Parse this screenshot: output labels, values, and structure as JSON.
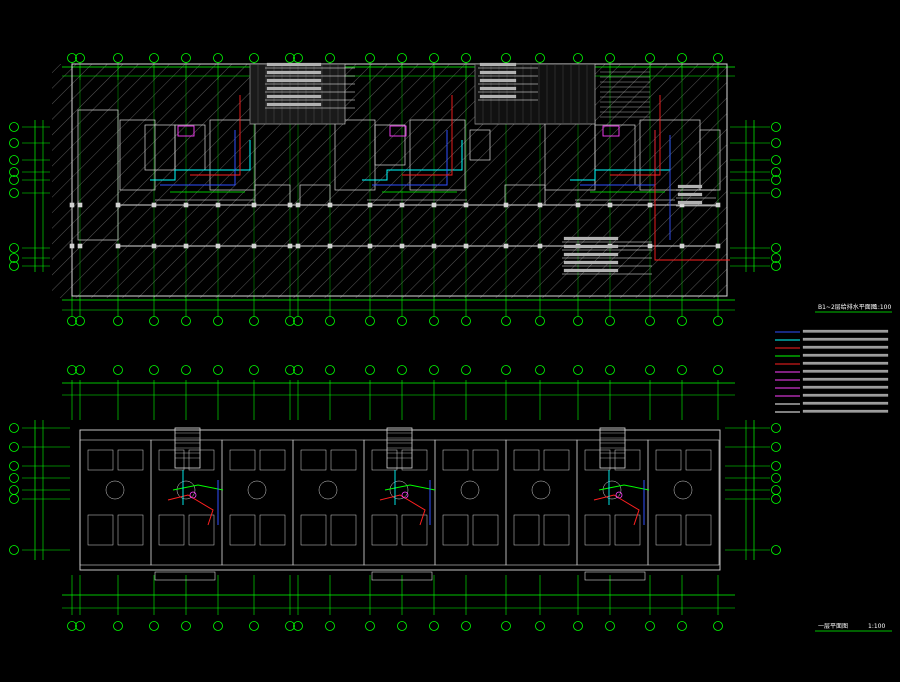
{
  "drawing": {
    "background": "#000000",
    "colors": {
      "axis": "#00ff00",
      "wall": "#d8d8d8",
      "hatch": "#8a8a8a",
      "pipe_cyan": "#00ffff",
      "pipe_red": "#ff2020",
      "pipe_blue": "#3050ff",
      "pipe_magenta": "#ff40ff",
      "pipe_yellow": "#ffff00",
      "text": "#ffffff"
    },
    "upper_plan": {
      "title": "B1~2层给排水平面图",
      "scale": "1:100"
    },
    "lower_plan": {
      "title": "一层平面图",
      "scale": "1:100"
    },
    "legend_items": [
      {
        "color": "#3050ff"
      },
      {
        "color": "#00ffff"
      },
      {
        "color": "#ff2020"
      },
      {
        "color": "#00ff00"
      },
      {
        "color": "#ff2020"
      },
      {
        "color": "#ff40ff"
      },
      {
        "color": "#ff40ff"
      },
      {
        "color": "#ff40ff"
      },
      {
        "color": "#ff40ff"
      },
      {
        "color": "#ffffff"
      },
      {
        "color": "#ffffff"
      }
    ]
  }
}
